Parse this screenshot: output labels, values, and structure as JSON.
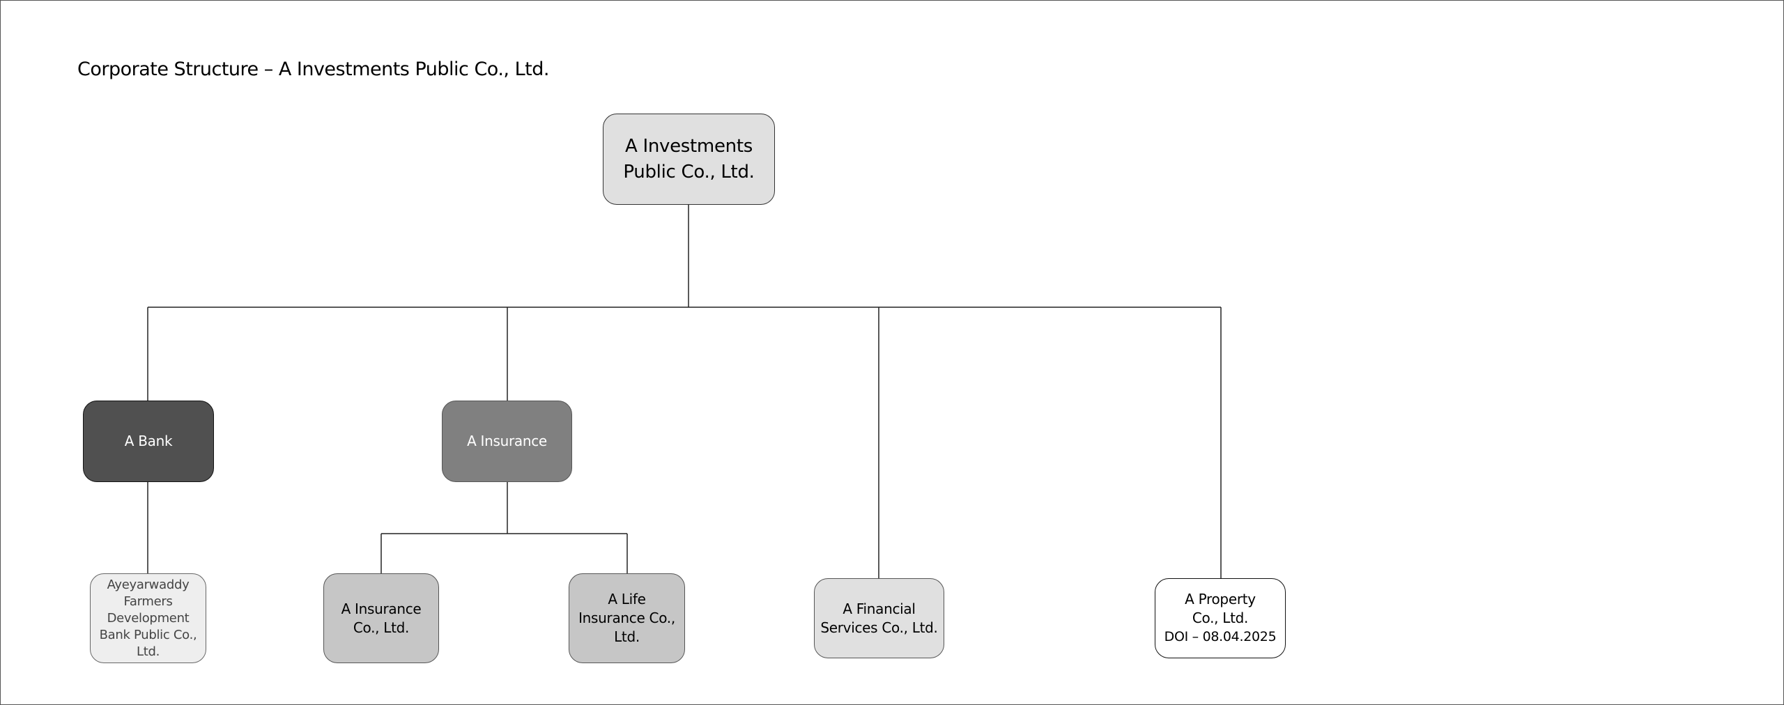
{
  "title": "Corporate Structure – A Investments Public Co., Ltd.",
  "nodes": {
    "root": {
      "line1": "A Investments",
      "line2": "Public Co., Ltd."
    },
    "bank": {
      "label": "A Bank",
      "color": "#505050"
    },
    "insurance": {
      "label": "A Insurance",
      "color": "#808080"
    },
    "ayeyarwaddy": {
      "lines": [
        "Ayeyarwaddy",
        "Farmers",
        "Development",
        "Bank Public Co.,",
        "Ltd."
      ],
      "color": "#eeeeee"
    },
    "insurance_co": {
      "line1": "A Insurance",
      "line2": "Co., Ltd.",
      "color": "#c6c6c6"
    },
    "life_insurance": {
      "line1": "A Life",
      "line2": "Insurance Co.,",
      "line3": "Ltd.",
      "color": "#c6c6c6"
    },
    "financial": {
      "line1": "A Financial",
      "line2": "Services Co., Ltd.",
      "color": "#e0e0e0"
    },
    "property": {
      "line1": "A Property",
      "line2": "Co., Ltd.",
      "note": "DOI – 08.04.2025",
      "color": "#ffffff"
    }
  }
}
